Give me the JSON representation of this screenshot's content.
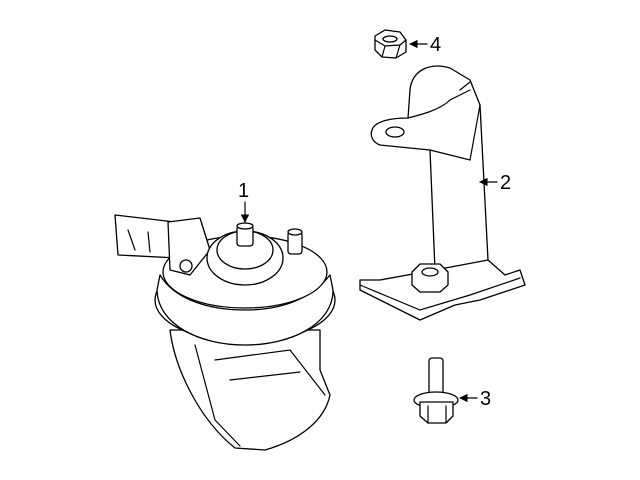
{
  "diagram": {
    "callouts": [
      {
        "id": "1",
        "label": "1",
        "part": "horn"
      },
      {
        "id": "2",
        "label": "2",
        "part": "bracket"
      },
      {
        "id": "3",
        "label": "3",
        "part": "bolt"
      },
      {
        "id": "4",
        "label": "4",
        "part": "nut"
      }
    ],
    "colors": {
      "line": "#000000",
      "background": "#ffffff"
    }
  }
}
